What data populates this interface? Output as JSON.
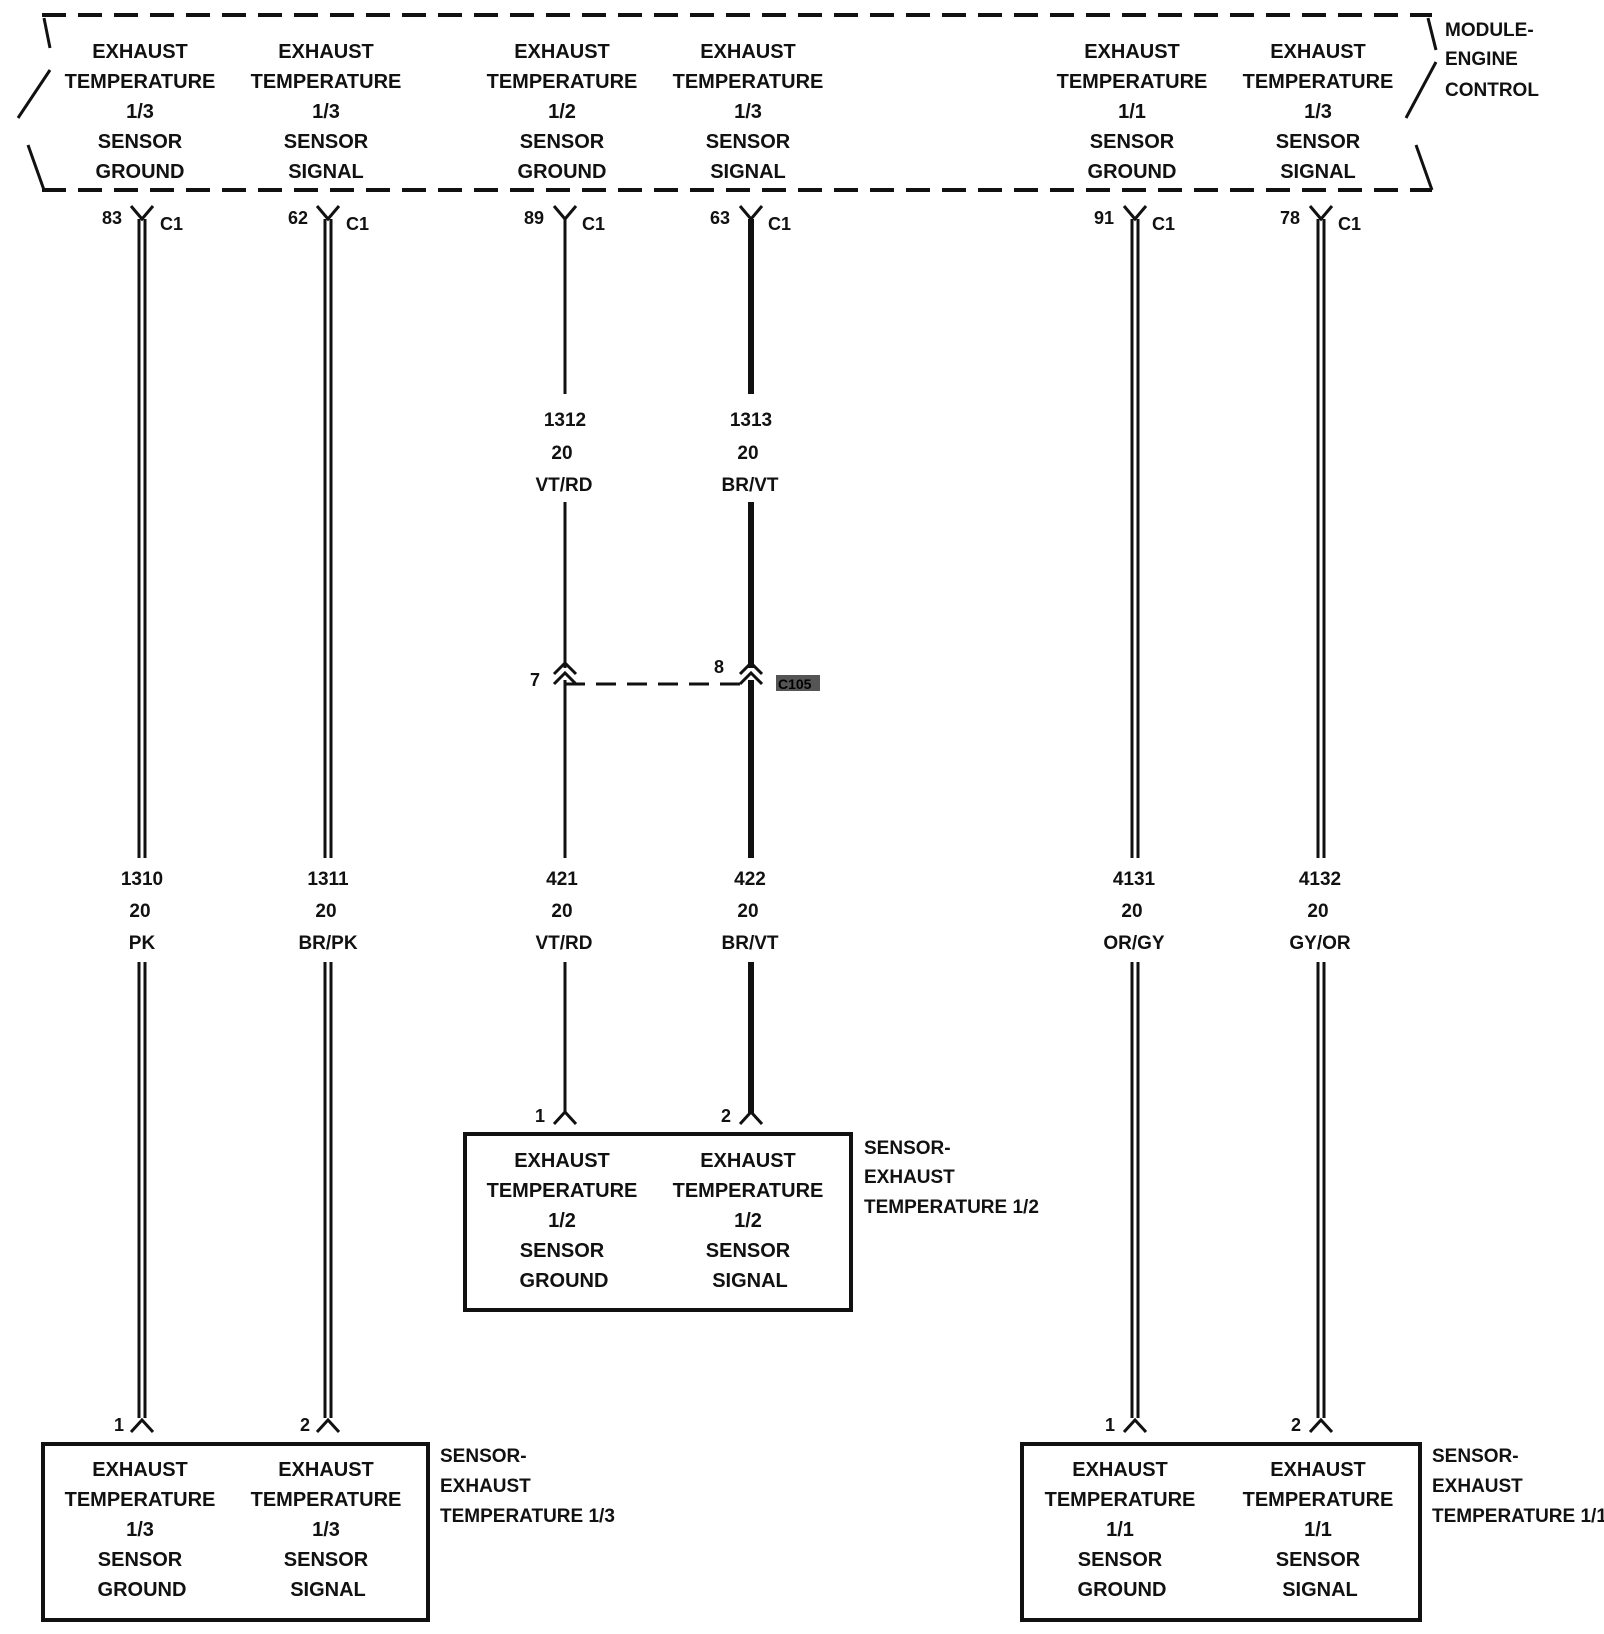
{
  "module": {
    "title": [
      "MODULE-",
      "ENGINE",
      "CONTROL"
    ],
    "pins": [
      {
        "lines": [
          "EXHAUST",
          "TEMPERATURE",
          "1/3",
          "SENSOR",
          "GROUND"
        ],
        "pin": "83",
        "connector": "C1"
      },
      {
        "lines": [
          "EXHAUST",
          "TEMPERATURE",
          "1/3",
          "SENSOR",
          "SIGNAL"
        ],
        "pin": "62",
        "connector": "C1"
      },
      {
        "lines": [
          "EXHAUST",
          "TEMPERATURE",
          "1/2",
          "SENSOR",
          "GROUND"
        ],
        "pin": "89",
        "connector": "C1"
      },
      {
        "lines": [
          "EXHAUST",
          "TEMPERATURE",
          "1/3",
          "SENSOR",
          "SIGNAL"
        ],
        "pin": "63",
        "connector": "C1"
      },
      {
        "lines": [
          "EXHAUST",
          "TEMPERATURE",
          "1/1",
          "SENSOR",
          "GROUND"
        ],
        "pin": "91",
        "connector": "C1"
      },
      {
        "lines": [
          "EXHAUST",
          "TEMPERATURE",
          "1/3",
          "SENSOR",
          "SIGNAL"
        ],
        "pin": "78",
        "connector": "C1"
      }
    ]
  },
  "upper_wires": [
    {
      "circuit": "1312",
      "gauge": "20",
      "color": "VT/RD"
    },
    {
      "circuit": "1313",
      "gauge": "20",
      "color": "BR/VT"
    }
  ],
  "splice": {
    "name": "C105",
    "pins": [
      "7",
      "8"
    ]
  },
  "lower_wires": [
    {
      "circuit": "1310",
      "gauge": "20",
      "color": "PK"
    },
    {
      "circuit": "1311",
      "gauge": "20",
      "color": "BR/PK"
    },
    {
      "circuit": "421",
      "gauge": "20",
      "color": "VT/RD"
    },
    {
      "circuit": "422",
      "gauge": "20",
      "color": "BR/VT"
    },
    {
      "circuit": "4131",
      "gauge": "20",
      "color": "OR/GY"
    },
    {
      "circuit": "4132",
      "gauge": "20",
      "color": "GY/OR"
    }
  ],
  "sensors": [
    {
      "title": [
        "SENSOR-",
        "EXHAUST",
        "TEMPERATURE 1/2"
      ],
      "pins": [
        {
          "pin": "1",
          "lines": [
            "EXHAUST",
            "TEMPERATURE",
            "1/2",
            "SENSOR",
            "GROUND"
          ]
        },
        {
          "pin": "2",
          "lines": [
            "EXHAUST",
            "TEMPERATURE",
            "1/2",
            "SENSOR",
            "SIGNAL"
          ]
        }
      ]
    },
    {
      "title": [
        "SENSOR-",
        "EXHAUST",
        "TEMPERATURE 1/3"
      ],
      "pins": [
        {
          "pin": "1",
          "lines": [
            "EXHAUST",
            "TEMPERATURE",
            "1/3",
            "SENSOR",
            "GROUND"
          ]
        },
        {
          "pin": "2",
          "lines": [
            "EXHAUST",
            "TEMPERATURE",
            "1/3",
            "SENSOR",
            "SIGNAL"
          ]
        }
      ]
    },
    {
      "title": [
        "SENSOR-",
        "EXHAUST",
        "TEMPERATURE 1/1"
      ],
      "pins": [
        {
          "pin": "1",
          "lines": [
            "EXHAUST",
            "TEMPERATURE",
            "1/1",
            "SENSOR",
            "GROUND"
          ]
        },
        {
          "pin": "2",
          "lines": [
            "EXHAUST",
            "TEMPERATURE",
            "1/1",
            "SENSOR",
            "SIGNAL"
          ]
        }
      ]
    }
  ]
}
